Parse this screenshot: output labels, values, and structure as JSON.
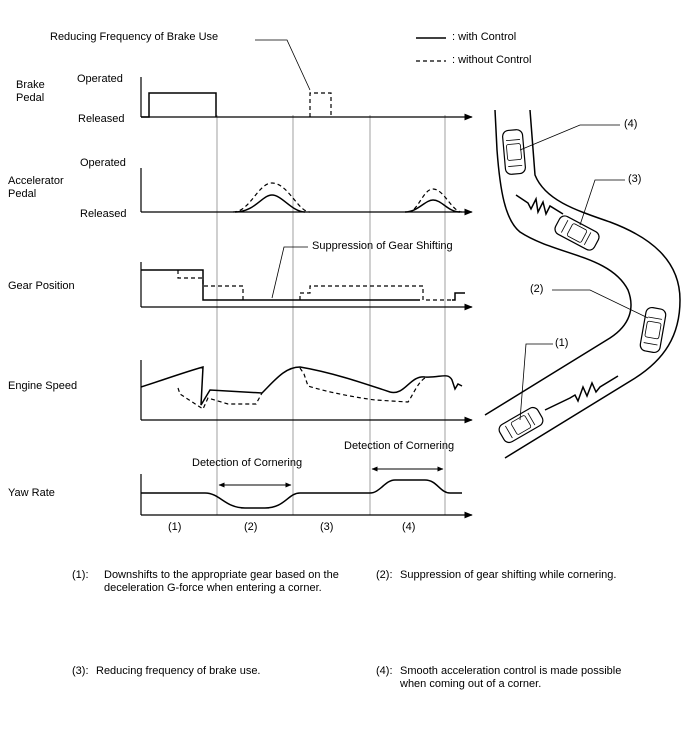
{
  "legend": {
    "with_control": ": with Control",
    "without_control": ": without Control"
  },
  "callouts": {
    "reducing_brake": "Reducing Frequency of Brake Use",
    "suppression_gear": "Suppression of Gear Shifting",
    "detection_cornering_1": "Detection of Cornering",
    "detection_cornering_2": "Detection of Cornering"
  },
  "rows": {
    "brake_title_1": "Brake",
    "brake_title_2": "Pedal",
    "brake_operated": "Operated",
    "brake_released": "Released",
    "accel_title_1": "Accelerator",
    "accel_title_2": "Pedal",
    "accel_operated": "Operated",
    "accel_released": "Released",
    "gear_title": "Gear Position",
    "engine_title": "Engine Speed",
    "yaw_title": "Yaw Rate"
  },
  "phases": [
    "(1)",
    "(2)",
    "(3)",
    "(4)"
  ],
  "road_markers": [
    "(1)",
    "(2)",
    "(3)",
    "(4)"
  ],
  "notes": [
    {
      "num": "(1):",
      "text": "Downshifts to the appropriate gear based on the deceleration G-force when entering a corner."
    },
    {
      "num": "(2):",
      "text": "Suppression of gear shifting while cornering."
    },
    {
      "num": "(3):",
      "text": "Reducing frequency of brake use."
    },
    {
      "num": "(4):",
      "text": "Smooth acceleration control is made possible when coming out of a corner."
    }
  ]
}
